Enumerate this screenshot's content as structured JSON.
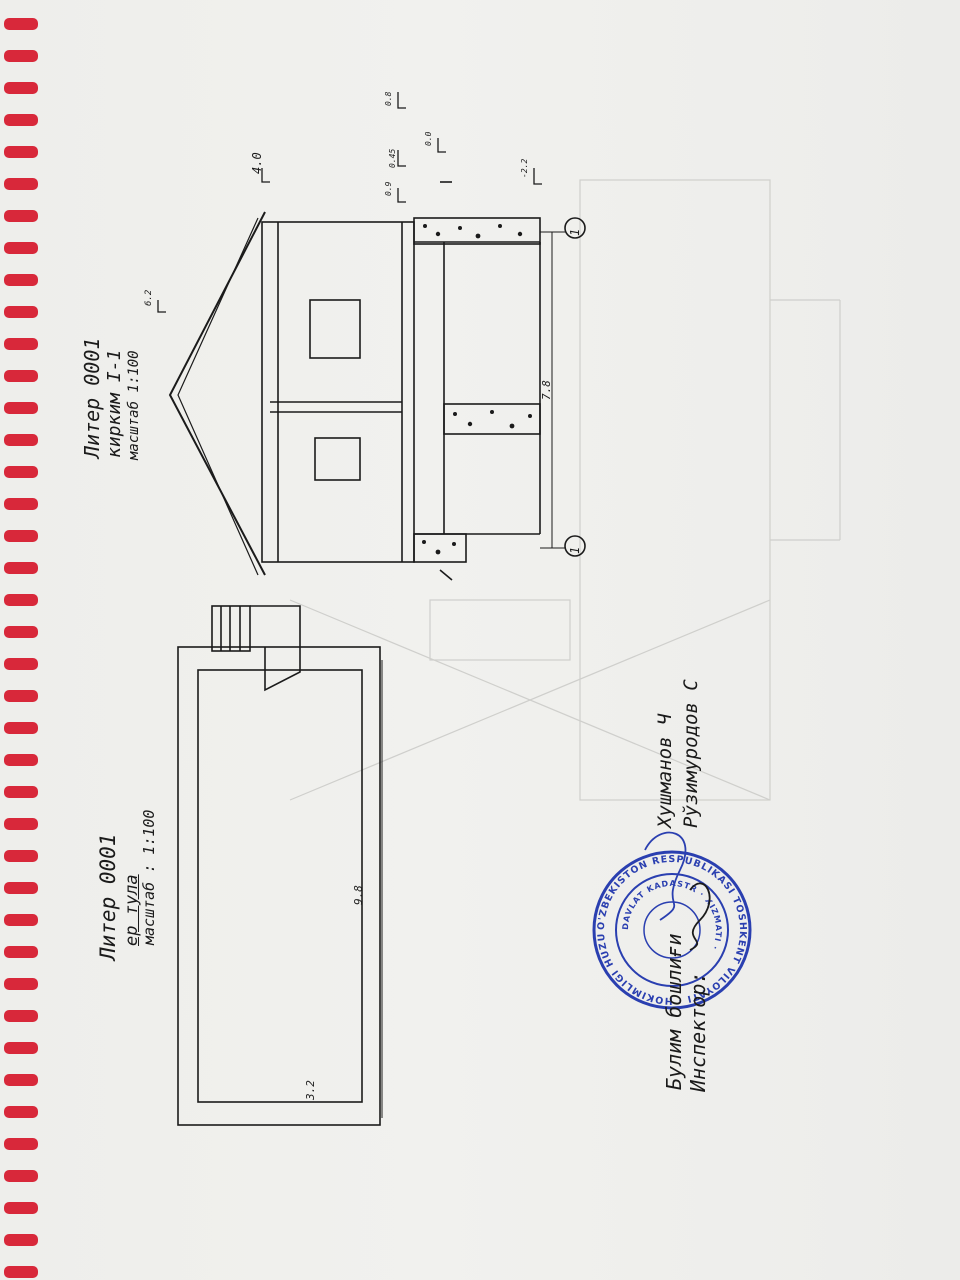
{
  "plan": {
    "title": "Литер 0001",
    "subtitle": "ер тула",
    "scale": "масштаб : 1:100",
    "length": "9.8",
    "width": "3.2"
  },
  "section": {
    "title": "Литер 0001",
    "subtitle": "кирким I-1",
    "scale": "масштаб 1:100",
    "length": "7.8",
    "axis_marker": "1",
    "levels": {
      "ridge": "6.2",
      "eave": "4.0",
      "floor_upper": "0.9",
      "floor_mid": "0.45",
      "zero": "0.0",
      "basement": "-2.2",
      "top_mark": "0.8"
    }
  },
  "signatures": {
    "head_label": "Булим бошлиғи",
    "head_name": "Хушманов Ч",
    "inspector_label": "Инспектор:",
    "inspector_name": "Рўзимуродов С"
  },
  "stamp": {
    "text_outer": "O'ZBEKISTON RESPUBLIKASI TOSHKENT VILOYATI · HOKIMLIGI HUZURIDAGI ·",
    "text_inner": "DAVLAT KADASTR · XIZMATI ·",
    "color": "#2a3fb0"
  },
  "colors": {
    "binding_red": "#d8283a",
    "ink": "#1b1b1b"
  }
}
